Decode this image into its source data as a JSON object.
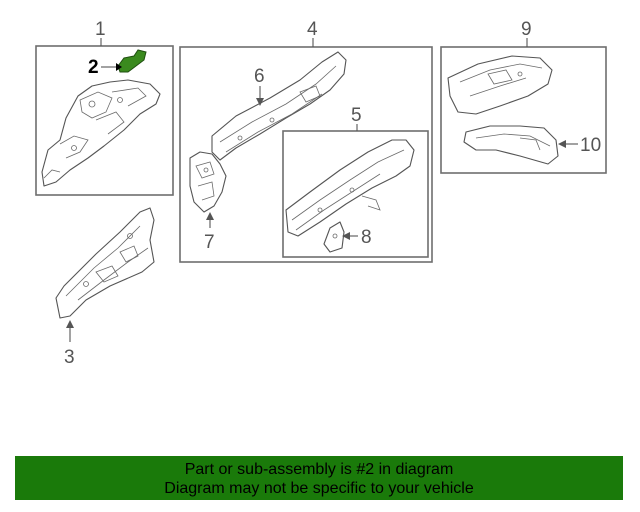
{
  "diagram": {
    "callouts": {
      "c1": "1",
      "c2": "2",
      "c3": "3",
      "c4": "4",
      "c5": "5",
      "c6": "6",
      "c7": "7",
      "c8": "8",
      "c9": "9",
      "c10": "10"
    },
    "highlighted_part": "2",
    "highlight_color": "#3a8a1e"
  },
  "banner": {
    "line1": "Part or sub-assembly is #2 in diagram",
    "line2": "Diagram may not be specific to your vehicle",
    "background_color": "#1a7a0a"
  }
}
